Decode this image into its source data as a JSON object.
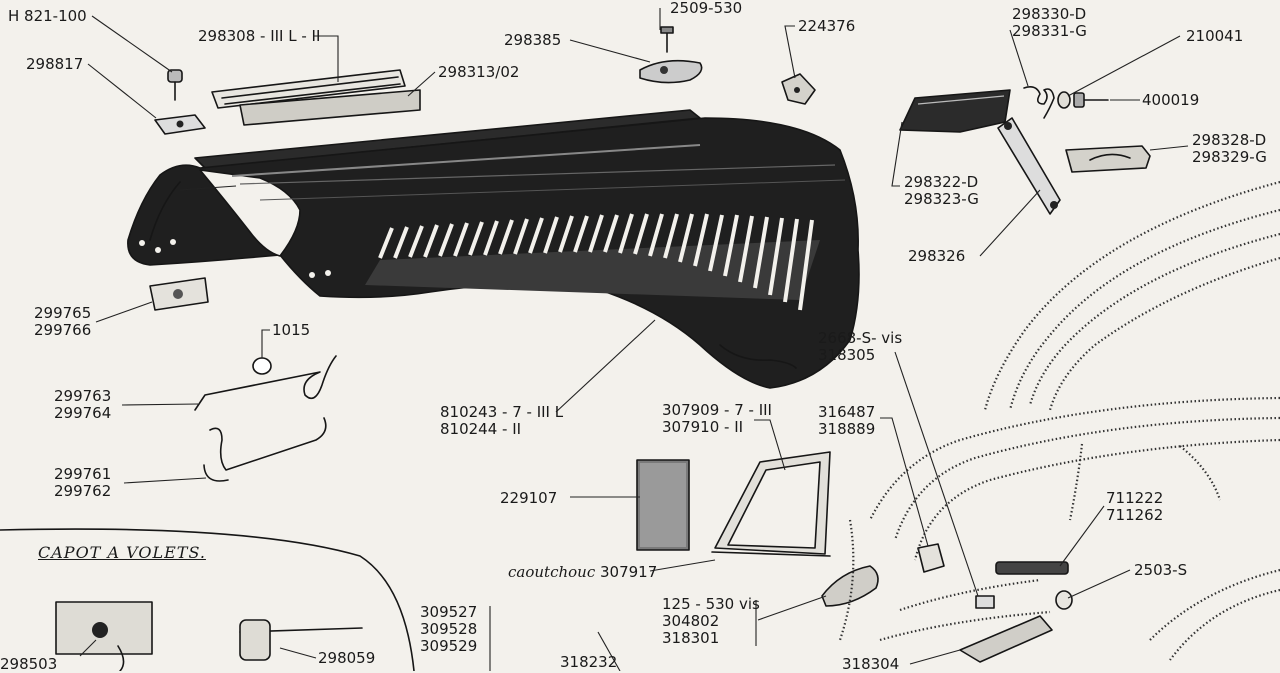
{
  "section_title": "CAPOT A VOLETS.",
  "labels": {
    "h821": "H 821-100",
    "p298817": "298817",
    "p298308": "298308 - III L - II",
    "p298313": "298313/02",
    "p298385": "298385",
    "p2509": "2509-530",
    "p224376": "224376",
    "p298330": "298330-D",
    "p298331": "298331-G",
    "p210041": "210041",
    "p400019": "400019",
    "p298328": "298328-D",
    "p298329": "298329-G",
    "p298322": "298322-D",
    "p298323": "298323-G",
    "p298326": "298326",
    "p299765": "299765",
    "p299766": "299766",
    "p1015": "1015",
    "p299763": "299763",
    "p299764": "299764",
    "p299761": "299761",
    "p299762": "299762",
    "p810243": "810243 - 7 - III L",
    "p810244": "810244 - II",
    "p307909": "307909 - 7 - III",
    "p307910": "307910 - II",
    "p229107": "229107",
    "caoutchouc": "caoutchouc",
    "p307917": "307917",
    "p2668": "2668-S- vis",
    "p318305": "318305",
    "p316487": "316487",
    "p318889": "318889",
    "p711222": "711222",
    "p711262": "711262",
    "p2503": "2503-S",
    "p125": "125 - 530 vis",
    "p304802": "304802",
    "p318301": "318301",
    "p309527": "309527",
    "p309528": "309528",
    "p309529": "309529",
    "p318232": "318232",
    "p318304": "318304",
    "p298059": "298059",
    "p298503": "298503"
  }
}
